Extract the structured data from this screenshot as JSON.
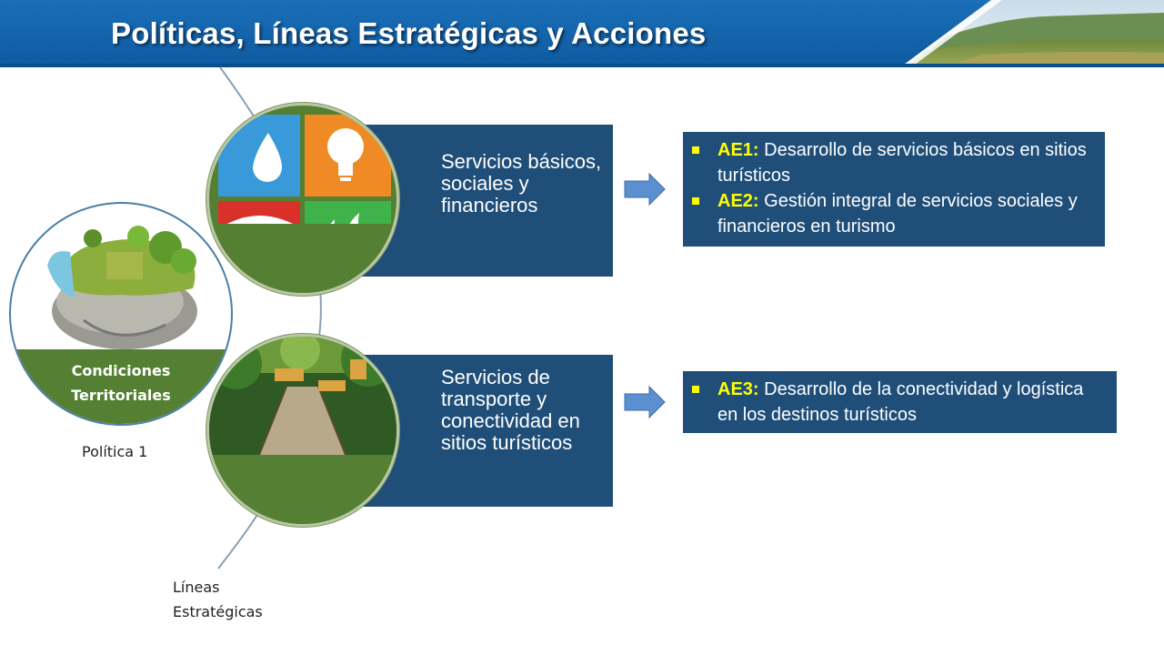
{
  "header": {
    "title": "Políticas, Líneas Estratégicas y Acciones"
  },
  "policy": {
    "label_line1": "Condiciones",
    "label_line2": "Territoriales",
    "caption": "Política 1"
  },
  "strategic_lines_caption": {
    "line1": "Líneas",
    "line2": "Estratégicas"
  },
  "strategic_lines": [
    {
      "text": "Servicios básicos, sociales y financieros"
    },
    {
      "text": "Servicios de transporte y conectividad en sitios turísticos"
    }
  ],
  "actions": {
    "group1": [
      {
        "code": "AE1:",
        "text": " Desarrollo de servicios básicos en sitios turísticos"
      },
      {
        "code": "AE2:",
        "text": " Gestión integral de servicios sociales y financieros en turismo"
      }
    ],
    "group2": [
      {
        "code": "AE3:",
        "text": " Desarrollo de la conectividad y logística en los destinos turísticos"
      }
    ]
  },
  "colors": {
    "banner": "#0f5aa0",
    "box_navy": "#1f4e79",
    "green_band": "#558033",
    "highlight_yellow": "#ffff00",
    "arrow_blue": "#5b8fd0"
  },
  "icons": [
    "water-drop-icon",
    "light-bulb-icon",
    "telephone-icon",
    "flame-icon",
    "right-arrow-icon"
  ]
}
